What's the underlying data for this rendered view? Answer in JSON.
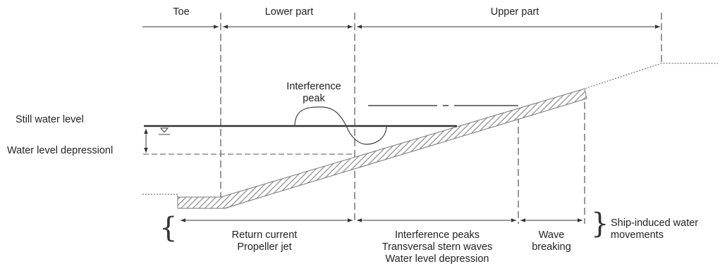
{
  "zones": {
    "toe": "Toe",
    "lower_part": "Lower part",
    "upper_part": "Upper part"
  },
  "labels": {
    "interference_peak_line1": "Interference",
    "interference_peak_line2": "peak",
    "still_water_level": "Still water level",
    "water_level_depression": "Water level depressionl"
  },
  "loads": {
    "lower": [
      "Return current",
      "Propeller jet"
    ],
    "middle": [
      "Interference peaks",
      "Transversal stern waves",
      "Water level depression"
    ],
    "right": [
      "Wave",
      "breaking"
    ],
    "category": [
      "Ship-induced water",
      "movements"
    ]
  },
  "braces": {
    "left": "{",
    "right": "}"
  }
}
